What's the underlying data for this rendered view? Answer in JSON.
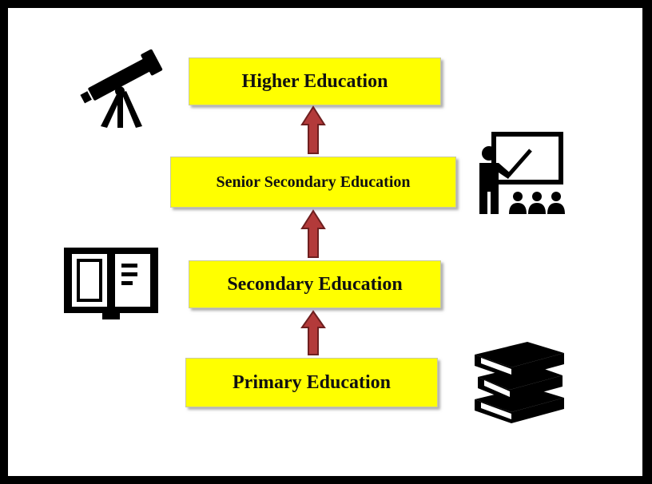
{
  "diagram": {
    "levels": [
      {
        "label": "Higher Education"
      },
      {
        "label": "Senior Secondary Education"
      },
      {
        "label": "Secondary Education"
      },
      {
        "label": "Primary Education"
      }
    ],
    "arrow_color": "#b33a3a",
    "box_color": "#ffff00"
  },
  "icons": [
    "telescope-icon",
    "teacher-classroom-icon",
    "open-book-icon",
    "book-stack-icon"
  ]
}
